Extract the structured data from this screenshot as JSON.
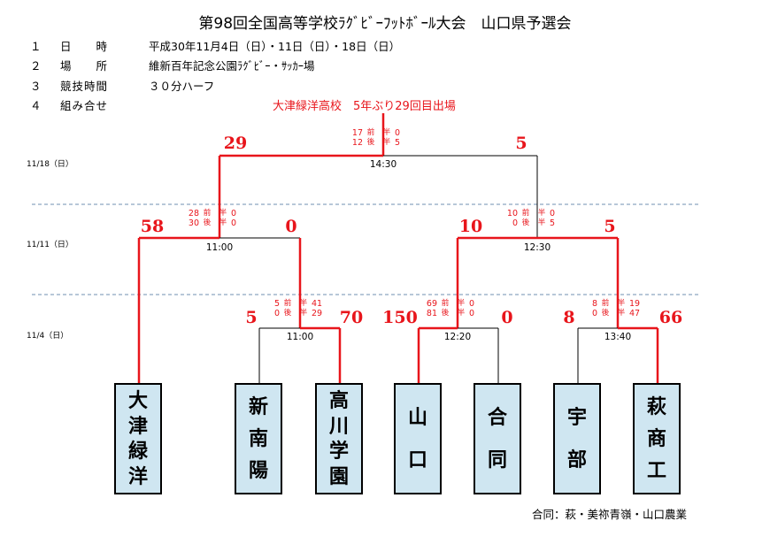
{
  "title": "第98回全国高等学校ﾗｸﾞﾋﾞｰﾌｯﾄﾎﾞｰﾙ大会　山口県予選会",
  "info": [
    {
      "num": "１",
      "key": "日　　時",
      "value": "平成30年11月4日（日）・11日（日）・18日（日）"
    },
    {
      "num": "２",
      "key": "場　　所",
      "value": "維新百年記念公園ﾗｸﾞﾋﾞｰ・ｻｯｶｰ場"
    },
    {
      "num": "３",
      "key": "競技時間",
      "value": "３０分ハーフ"
    },
    {
      "num": "４",
      "key": "組み合せ",
      "value": ""
    }
  ],
  "champion_note": "大津緑洋高校　5年ぶり29回目出場",
  "dates": {
    "final": "11/18（日）",
    "semi": "11/11（日）",
    "first": "11/4（日）"
  },
  "halves": {
    "first": "前",
    "second": "後",
    "mark": "半"
  },
  "matches": {
    "final": {
      "time": "14:30",
      "left_score": "29",
      "right_score": "5",
      "first_half": [
        "17",
        "0"
      ],
      "second_half": [
        "12",
        "5"
      ]
    },
    "semi_left": {
      "time": "11:00",
      "left_score": "58",
      "right_score": "0",
      "first_half": [
        "28",
        "0"
      ],
      "second_half": [
        "30",
        "0"
      ]
    },
    "semi_right": {
      "time": "12:30",
      "left_score": "10",
      "right_score": "5",
      "first_half": [
        "10",
        "0"
      ],
      "second_half": [
        "0",
        "5"
      ]
    },
    "r1_a": {
      "time": "11:00",
      "left_score": "5",
      "right_score": "70",
      "first_half": [
        "5",
        "41"
      ],
      "second_half": [
        "0",
        "29"
      ]
    },
    "r1_b": {
      "time": "12:20",
      "left_score": "150",
      "right_score": "0",
      "first_half": [
        "69",
        "0"
      ],
      "second_half": [
        "81",
        "0"
      ]
    },
    "r1_c": {
      "time": "13:40",
      "left_score": "8",
      "right_score": "66",
      "first_half": [
        "8",
        "19"
      ],
      "second_half": [
        "0",
        "47"
      ]
    }
  },
  "teams": [
    {
      "name": "大津緑洋",
      "chars": [
        "大",
        "津",
        "緑",
        "洋"
      ]
    },
    {
      "name": "新南陽",
      "chars": [
        "新",
        "南",
        "陽"
      ]
    },
    {
      "name": "高川学園",
      "chars": [
        "高",
        "川",
        "学",
        "園"
      ]
    },
    {
      "name": "山口",
      "chars": [
        "山",
        "口"
      ]
    },
    {
      "name": "合同",
      "chars": [
        "合",
        "同"
      ]
    },
    {
      "name": "宇部",
      "chars": [
        "宇",
        "部"
      ]
    },
    {
      "name": "萩商工",
      "chars": [
        "萩",
        "商",
        "工"
      ]
    }
  ],
  "footnote": "合同：萩・美祢青嶺・山口農業",
  "colors": {
    "winner_line": "#e8151b",
    "loser_line": "#000000",
    "team_box_bg": "#cfe6f1",
    "separator": "#6f8fb0"
  }
}
